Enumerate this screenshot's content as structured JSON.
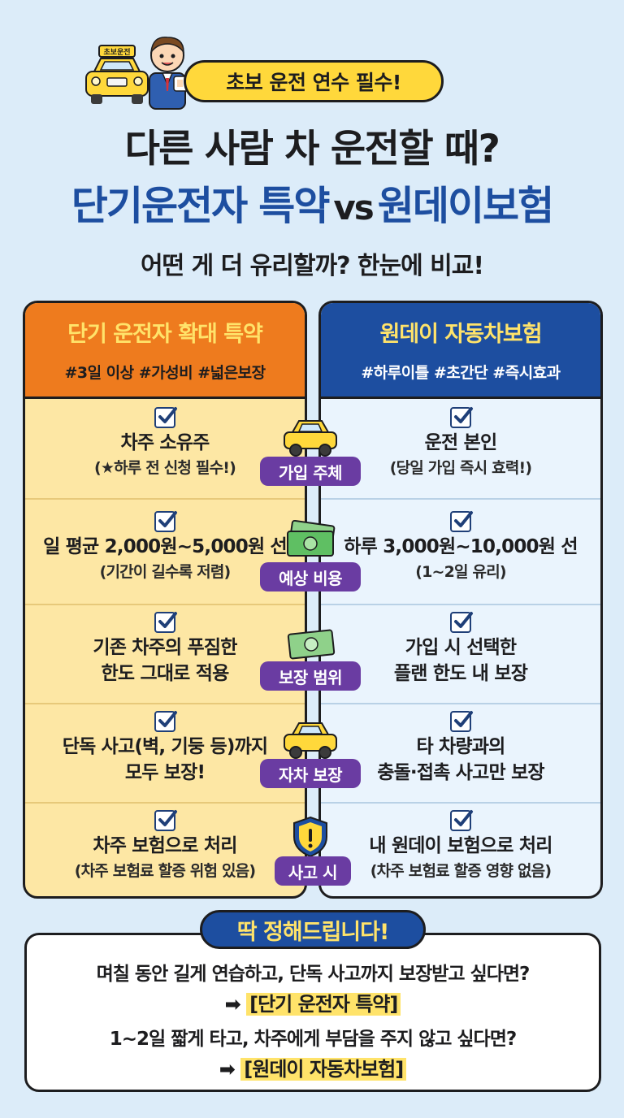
{
  "header": {
    "top_pill": "초보 운전 연수 필수!",
    "taxi_sign": "초보운전",
    "title_line1": "다른 사람 차 운전할 때?",
    "title_left": "단기운전자 특약",
    "title_vs": "vs",
    "title_right": "원데이보험",
    "subtitle": "어떤 게 더 유리할까? 한눈에 비교!"
  },
  "left": {
    "title": "단기 운전자 확대 특약",
    "tags": "#3일 이상 #가성비 #넓은보장",
    "rows": [
      {
        "main": "차주 소유주",
        "sub": "(★하루 전 신청 필수!)"
      },
      {
        "main": "일 평균 2,000원~5,000원 선",
        "sub": "(기간이 길수록 저렴)"
      },
      {
        "main": "기존 차주의 푸짐한",
        "sub": "한도 그대로 적용"
      },
      {
        "main": "단독 사고(벽, 기둥 등)까지",
        "sub": "모두 보장!"
      },
      {
        "main": "차주 보험으로 처리",
        "sub": "(차주 보험료 할증 위험 있음)"
      }
    ]
  },
  "right": {
    "title": "원데이 자동차보험",
    "tags": "#하루이틀 #초간단 #즉시효과",
    "rows": [
      {
        "main": "운전 본인",
        "sub": "(당일 가입 즉시 효력!)"
      },
      {
        "main": "하루 3,000원~10,000원 선",
        "sub": "(1~2일 유리)"
      },
      {
        "main": "가입 시 선택한",
        "sub": "플랜 한도 내 보장"
      },
      {
        "main": "타 차량과의",
        "sub": "충돌·접촉 사고만 보장"
      },
      {
        "main": "내 원데이 보험으로 처리",
        "sub": "(차주 보험료 할증 영향 없음)"
      }
    ]
  },
  "badges": [
    "가입 주체",
    "예상 비용",
    "보장 범위",
    "자차 보장",
    "사고 시"
  ],
  "icons": [
    "taxi-icon",
    "money-icon",
    "money-icon",
    "taxi-icon",
    "shield-icon"
  ],
  "final": {
    "pill": "딱 정해드립니다!",
    "q1": "며칠 동안 길게 연습하고, 단독 사고까지 보장받고 싶다면?",
    "a1": "[단기 운전자 특약]",
    "q2": "1~2일 짧게 타고, 차주에게 부담을 주지 않고 싶다면?",
    "a2": "[원데이 자동차보험]",
    "arrow": "➡"
  },
  "colors": {
    "navy": "#1d4ea0",
    "orange": "#ee7b1e",
    "purple": "#6a3ca2",
    "yellow": "#ffd83b"
  }
}
